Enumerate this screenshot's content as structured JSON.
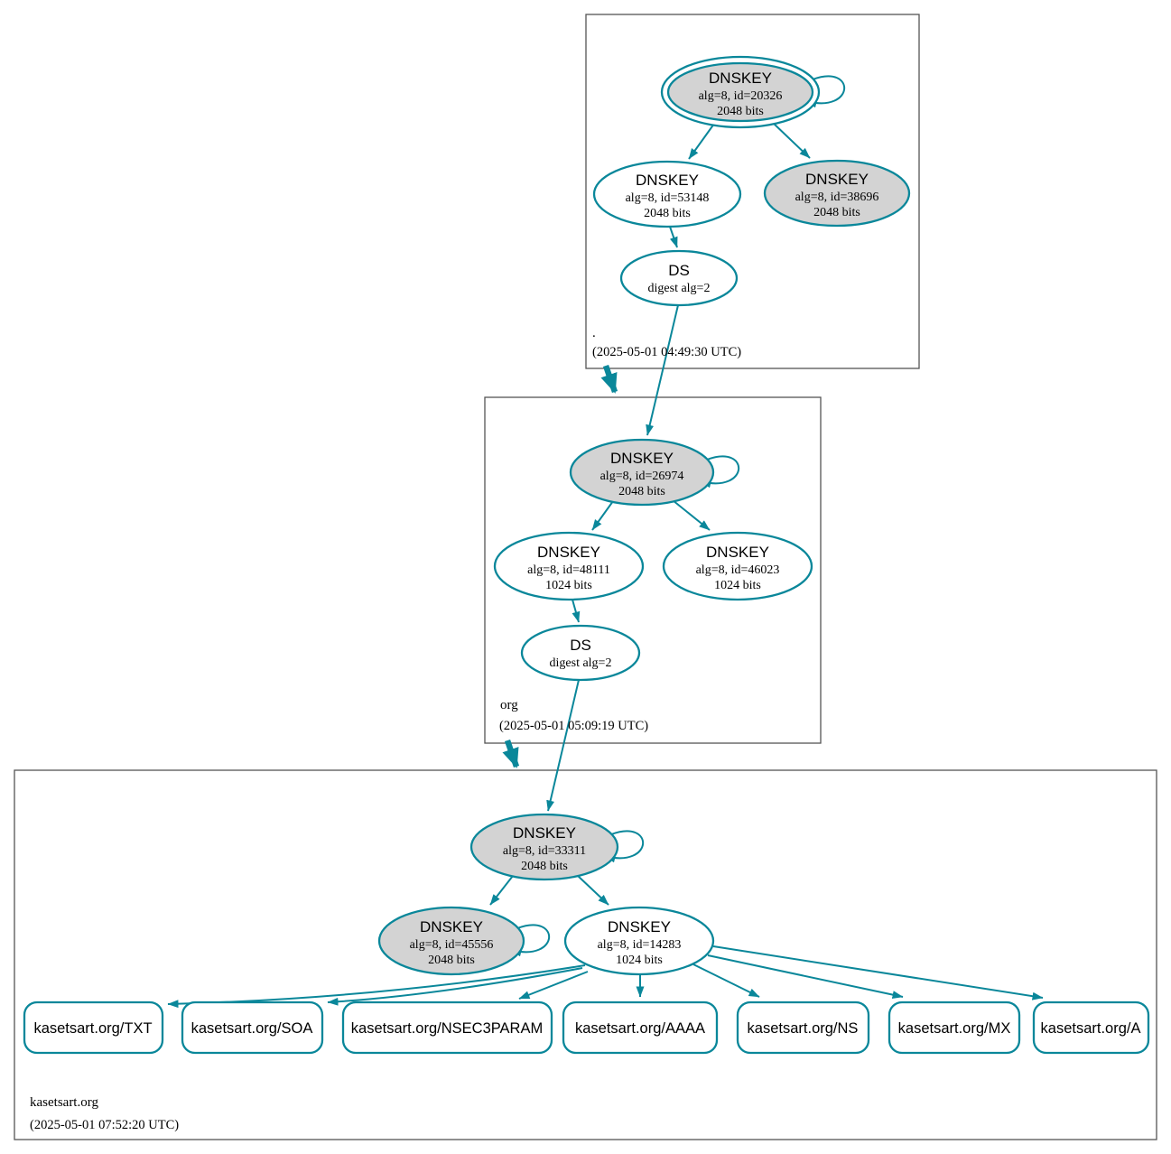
{
  "meta": {
    "colors": {
      "edge": "#0a879a",
      "fill_key": "#d3d3d3",
      "fill_node": "#ffffff",
      "border": "#555555"
    }
  },
  "zones": [
    {
      "label": ".",
      "timestamp": "(2025-05-01 04:49:30 UTC)",
      "nodes": {
        "ksk": {
          "title": "DNSKEY",
          "detail": "alg=8, id=20326",
          "bits": "2048 bits"
        },
        "zsk": {
          "title": "DNSKEY",
          "detail": "alg=8, id=53148",
          "bits": "2048 bits"
        },
        "standby": {
          "title": "DNSKEY",
          "detail": "alg=8, id=38696",
          "bits": "2048 bits"
        },
        "ds": {
          "title": "DS",
          "detail": "digest alg=2"
        }
      }
    },
    {
      "label": "org",
      "timestamp": "(2025-05-01 05:09:19 UTC)",
      "nodes": {
        "ksk": {
          "title": "DNSKEY",
          "detail": "alg=8, id=26974",
          "bits": "2048 bits"
        },
        "zsk": {
          "title": "DNSKEY",
          "detail": "alg=8, id=48111",
          "bits": "1024 bits"
        },
        "standby": {
          "title": "DNSKEY",
          "detail": "alg=8, id=46023",
          "bits": "1024 bits"
        },
        "ds": {
          "title": "DS",
          "detail": "digest alg=2"
        }
      }
    },
    {
      "label": "kasetsart.org",
      "timestamp": "(2025-05-01 07:52:20 UTC)",
      "nodes": {
        "ksk": {
          "title": "DNSKEY",
          "detail": "alg=8, id=33311",
          "bits": "2048 bits"
        },
        "standby": {
          "title": "DNSKEY",
          "detail": "alg=8, id=45556",
          "bits": "2048 bits"
        },
        "zsk": {
          "title": "DNSKEY",
          "detail": "alg=8, id=14283",
          "bits": "1024 bits"
        }
      },
      "rrsets": [
        "kasetsart.org/TXT",
        "kasetsart.org/SOA",
        "kasetsart.org/NSEC3PARAM",
        "kasetsart.org/AAAA",
        "kasetsart.org/NS",
        "kasetsart.org/MX",
        "kasetsart.org/A"
      ]
    }
  ]
}
